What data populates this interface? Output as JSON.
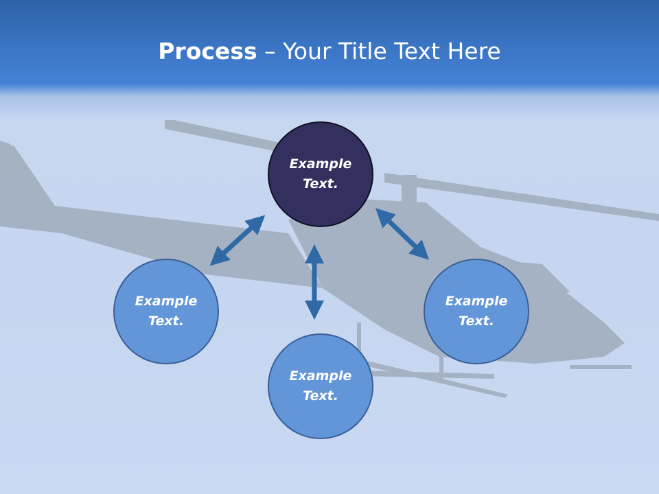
{
  "header": {
    "title_strong": "Process",
    "title_rest": " – Your Title Text Here"
  },
  "diagram": {
    "center_node": {
      "text_line1": "Example",
      "text_line2": "Text.",
      "color": "#33305f"
    },
    "nodes": [
      {
        "text_line1": "Example",
        "text_line2": "Text.",
        "color": "#6296d8"
      },
      {
        "text_line1": "Example",
        "text_line2": "Text.",
        "color": "#6296d8"
      },
      {
        "text_line1": "Example",
        "text_line2": "Text.",
        "color": "#6296d8"
      }
    ],
    "arrow_color": "#2f6aa6"
  },
  "background": {
    "image": "helicopter-silhouette",
    "sky_color": "#c6d6f0",
    "header_color": "#3b75c4"
  }
}
